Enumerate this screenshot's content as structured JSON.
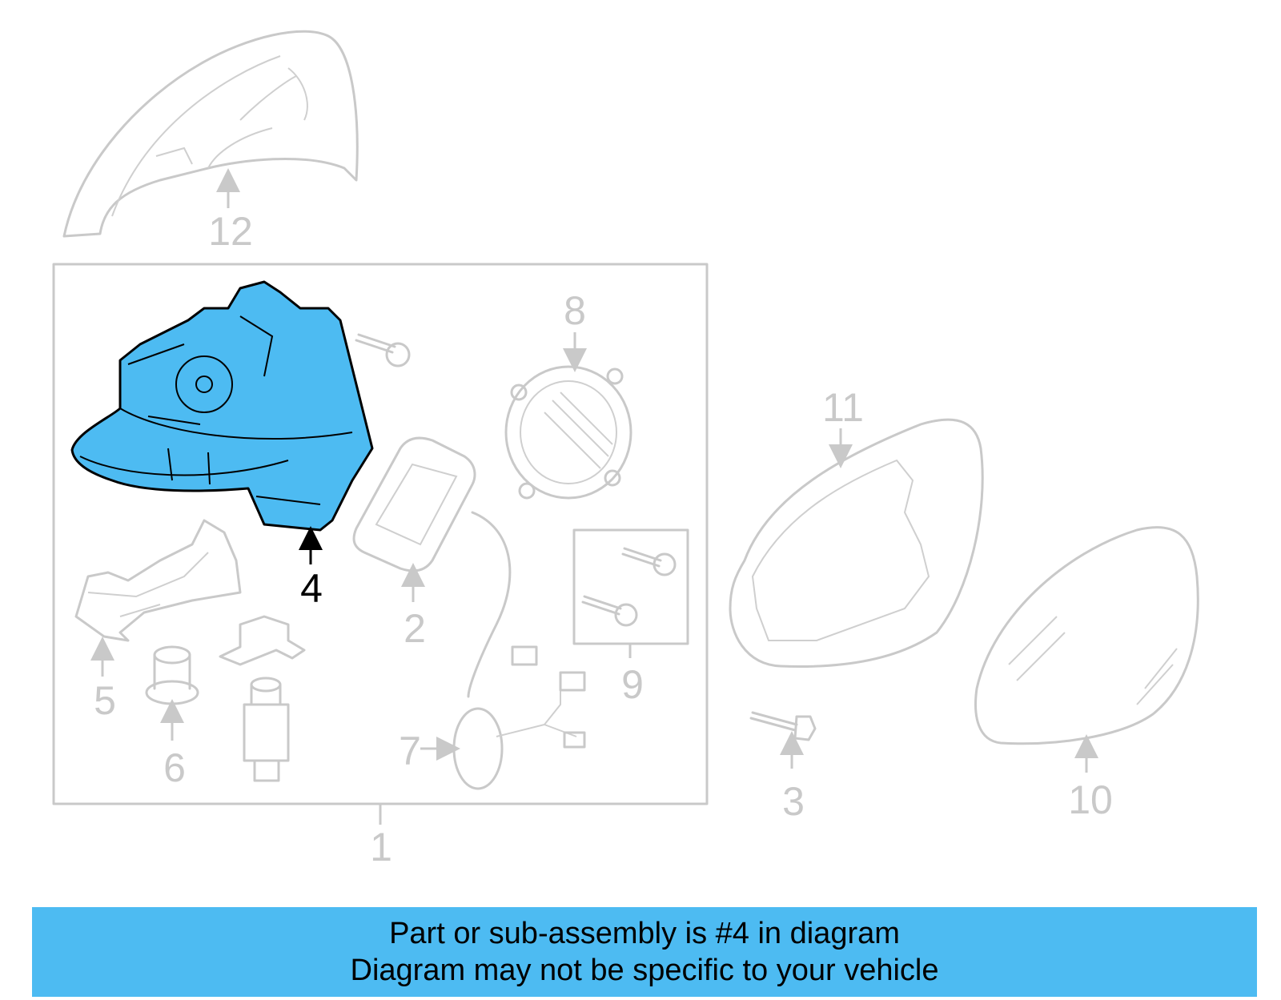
{
  "diagram": {
    "callouts": [
      "1",
      "2",
      "3",
      "4",
      "5",
      "6",
      "7",
      "8",
      "9",
      "10",
      "11",
      "12"
    ],
    "highlighted_callout": "4",
    "colors": {
      "highlight": "#4dbbf2",
      "line": "#c9c9c9",
      "text_highlight": "#000000"
    }
  },
  "banner": {
    "line1": "Part or sub-assembly is #4 in diagram",
    "line2": "Diagram may not be specific to your vehicle"
  }
}
